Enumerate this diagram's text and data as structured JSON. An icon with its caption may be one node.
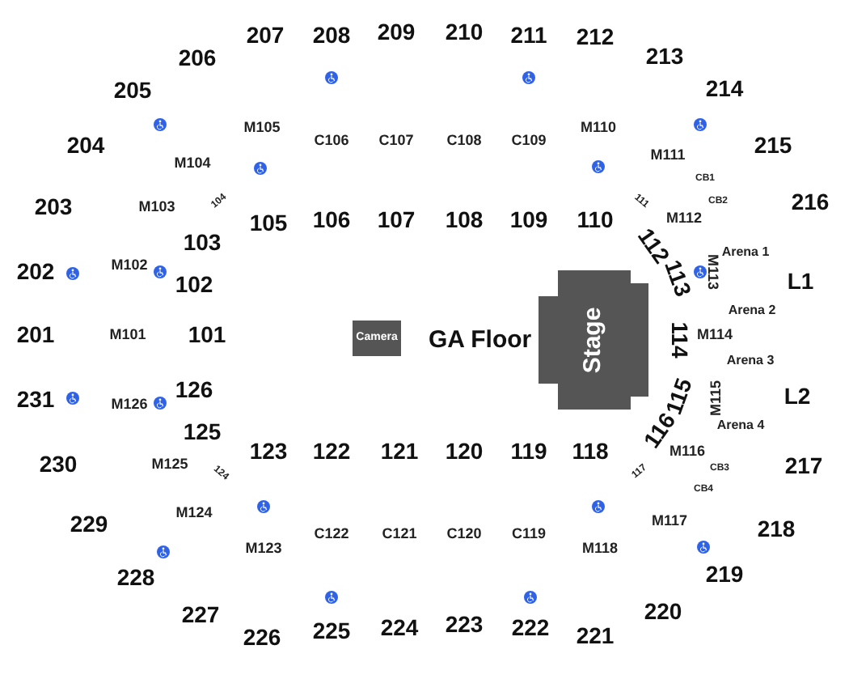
{
  "diagram": {
    "nodes": [
      {
        "text": [
          "Camera"
        ]
      },
      {
        "text": [
          "Stage"
        ]
      }
    ],
    "labels": [
      "207",
      "208",
      "209",
      "210",
      "211",
      "212",
      "206",
      "213",
      "205",
      "214",
      "M105",
      "C106",
      "C107",
      "C108",
      "C109",
      "M110",
      "204",
      "M111",
      "215",
      "M104",
      "CB1",
      "203",
      "M103",
      "104",
      "111",
      "CB2",
      "216",
      "105",
      "106",
      "107",
      "108",
      "109",
      "110",
      "M112",
      "103",
      "112",
      "Arena 1",
      "M113",
      "202",
      "M102",
      "102",
      "113",
      "L1",
      "Arena 2",
      "201",
      "M101",
      "101",
      "GA Floor",
      "M114",
      "114",
      "Arena 3",
      "126",
      "231",
      "M126",
      "115",
      "M115",
      "L2",
      "Arena 4",
      "125",
      "116",
      "M116",
      "230",
      "M125",
      "124",
      "123",
      "122",
      "121",
      "120",
      "119",
      "118",
      "117",
      "CB3",
      "217",
      "CB4",
      "M124",
      "229",
      "M117",
      "C122",
      "C121",
      "C120",
      "C119",
      "M123",
      "M118",
      "218",
      "228",
      "219",
      "227",
      "220",
      "226",
      "225",
      "224",
      "223",
      "222",
      "221"
    ]
  }
}
